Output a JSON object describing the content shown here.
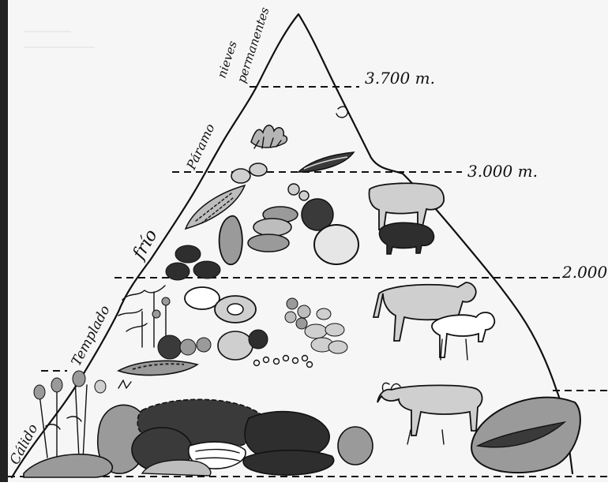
{
  "altitude_labels": {
    "alt_3700": "3.700 m.",
    "alt_3000": "3.000 m.",
    "alt_2000": "2.000"
  },
  "zone_labels": {
    "nieves": "nieves",
    "permanentes": "permanentes",
    "paramo": "Páramo",
    "frio": "frío",
    "templado": "Templado",
    "calido": "Cálido"
  },
  "colors": {
    "ink": "#111111",
    "light_fill": "#cfcfcf",
    "mid_fill": "#9a9a9a",
    "dark_fill": "#3a3a3a",
    "paper": "#f6f6f6"
  },
  "icons": [
    "cow-icon",
    "sheep-icon",
    "pig-icon",
    "goat-icon",
    "vegetable-icon",
    "fruit-icon",
    "egg-icon",
    "plant-icon"
  ]
}
